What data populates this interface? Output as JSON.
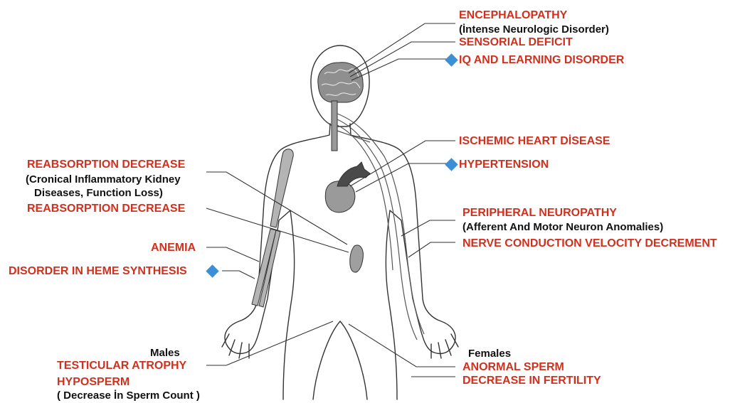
{
  "right": {
    "encephalopathy": "ENCEPHALOPATHY",
    "encephalopathy_note": "(İntense Neurologic Disorder)",
    "sensorial_deficit": "SENSORIAL DEFICIT",
    "iq_learning": "IQ AND LEARNING DISORDER",
    "ischemic_heart": "ISCHEMIC HEART DİSEASE",
    "hypertension": "HYPERTENSION",
    "peripheral_neuropathy": "PERIPHERAL NEUROPATHY",
    "peripheral_note": "(Afferent And Motor Neuron Anomalies)",
    "nerve_conduction": "NERVE CONDUCTION VELOCITY DECREMENT",
    "females": "Females",
    "anormal_sperm": "ANORMAL SPERM",
    "decrease_fertility": "DECREASE IN FERTILITY"
  },
  "left": {
    "reabsorption_1": "REABSORPTION DECREASE",
    "kidney_note_1": "(Cronical Inflammatory Kidney",
    "kidney_note_2": "Diseases, Function Loss)",
    "reabsorption_2": "REABSORPTION DECREASE",
    "anemia": "ANEMIA",
    "heme": "DISORDER IN HEME SYNTHESIS",
    "males": "Males",
    "testicular": "TESTICULAR ATROPHY",
    "hyposperm": "HYPOSPERM",
    "hyposperm_note": "( Decrease İn Sperm Count )"
  },
  "colors": {
    "label_red": "#d0311f",
    "marker_blue": "#3b8fd4",
    "outline": "#333333",
    "organ_fill": "#a9a9a9"
  }
}
